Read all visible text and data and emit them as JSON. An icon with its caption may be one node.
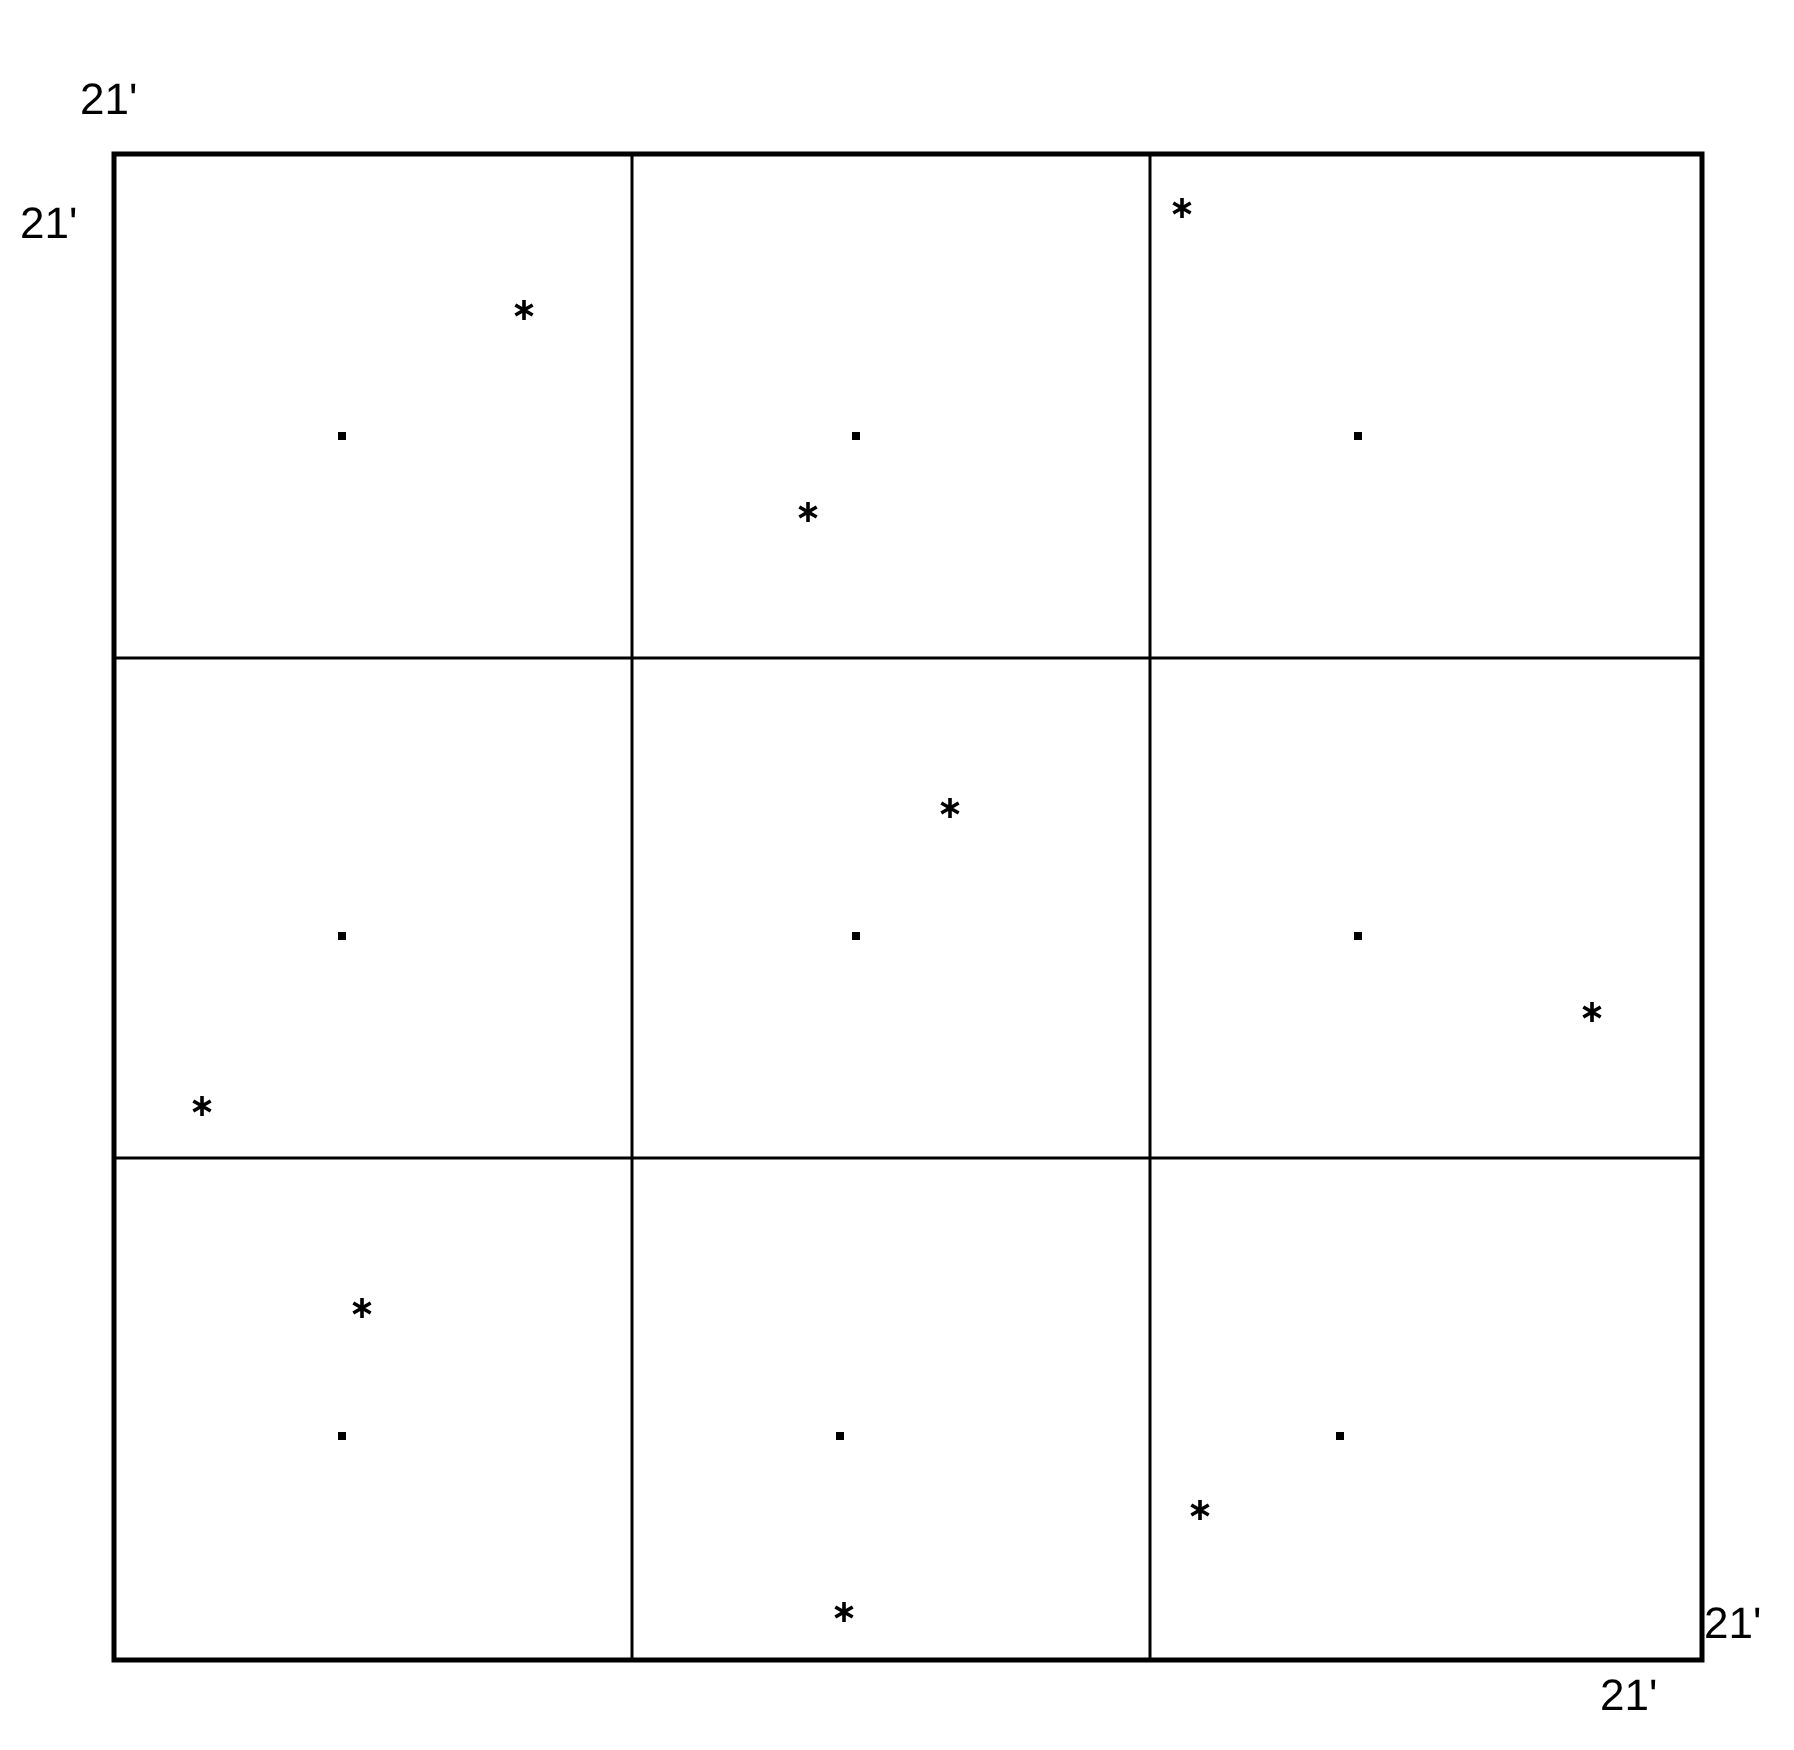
{
  "diagram": {
    "labels": [
      "21'",
      "21'",
      "21'",
      "21'"
    ]
  }
}
